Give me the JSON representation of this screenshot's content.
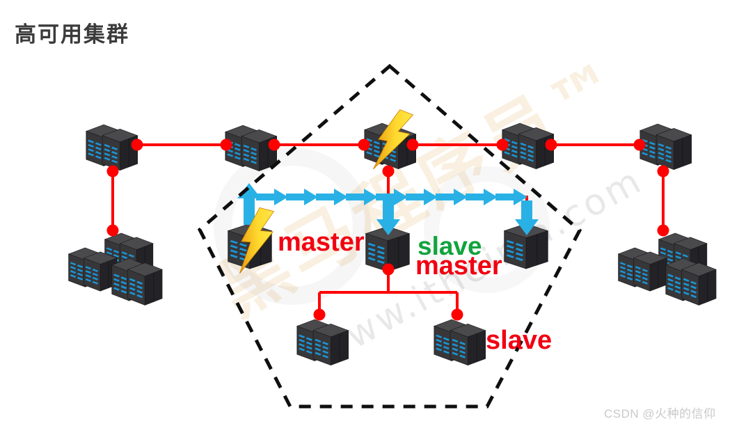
{
  "title": "高可用集群",
  "labels": {
    "master_left": "master",
    "slave_middle": "slave",
    "master_middle": "master",
    "slave_bottom": "slave"
  },
  "watermarks": {
    "site": "黑马程序员™",
    "site_url": "www.itheima.com",
    "credit": "CSDN @火种的信仰"
  },
  "icons": {
    "server": "server-rack-icon",
    "server_cluster": "server-cluster-icon",
    "lightning": "lightning-bolt-icon",
    "arrow_right": "flow-arrow-right-icon",
    "arrow_up": "flow-arrow-up-icon",
    "arrow_down": "flow-arrow-down-icon",
    "pentagon": "dashed-pentagon-boundary"
  },
  "colors": {
    "link_red": "#ff0000",
    "label_red": "#f10012",
    "label_green": "#10a43d",
    "arrow_blue": "#29b1e6",
    "bolt_yellow_light": "#ffe646",
    "bolt_yellow_dark": "#e99c10",
    "server_body": "#37373a",
    "title_gray": "#3b3b3b",
    "pentagon_black": "#0f0f0f",
    "watermark_tan": "#e2b26a",
    "credit_gray": "#c9c9c9"
  }
}
